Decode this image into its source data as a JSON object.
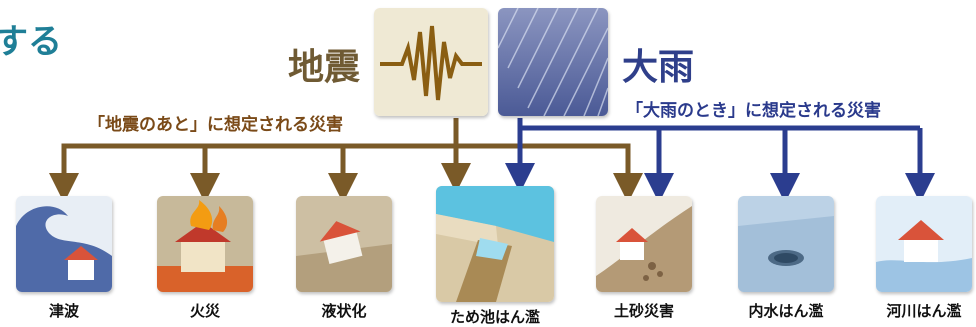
{
  "header": {
    "heading_fragment": "する"
  },
  "hazards": {
    "earthquake": {
      "label": "地震",
      "caption": "「地震のあと」に想定される災害",
      "color": "#7a5a28"
    },
    "heavy_rain": {
      "label": "大雨",
      "caption": "「大雨のとき」に想定される災害",
      "color": "#2b3d8f"
    }
  },
  "disasters": [
    {
      "id": "tsunami",
      "label": "津波"
    },
    {
      "id": "fire",
      "label": "火災"
    },
    {
      "id": "liquefaction",
      "label": "液状化"
    },
    {
      "id": "pond-flood",
      "label": "ため池はん濫"
    },
    {
      "id": "landslide",
      "label": "土砂災害"
    },
    {
      "id": "inland-flood",
      "label": "内水はん濫"
    },
    {
      "id": "river-flood",
      "label": "河川はん濫"
    }
  ]
}
